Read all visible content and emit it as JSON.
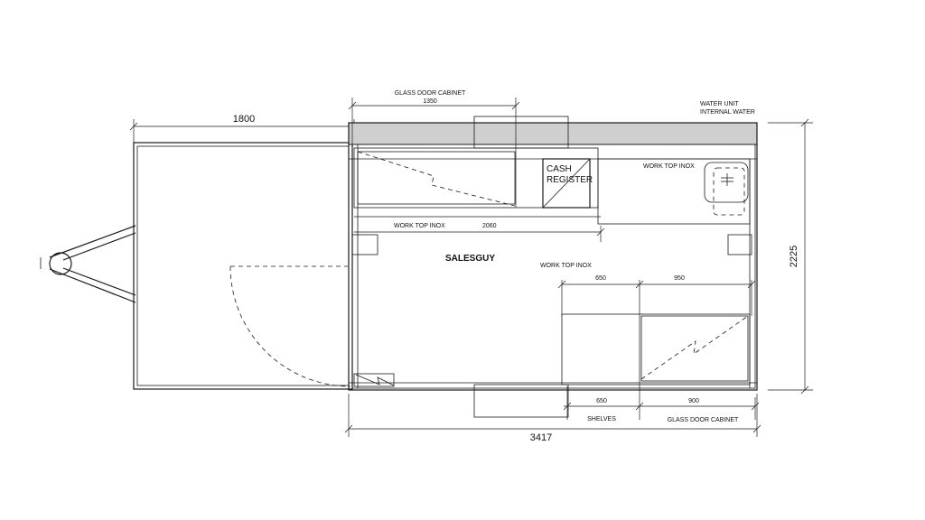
{
  "labels": {
    "trailer_length": "1800",
    "glass_cabinet_top": "GLASS DOOR CABINET",
    "glass_cabinet_top_dim": "1350",
    "water_unit_line1": "WATER UNIT",
    "water_unit_line2": "INTERNAL WATER",
    "cash_line1": "CASH",
    "cash_line2": "REGISTER",
    "worktop_right": "WORK TOP INOX",
    "worktop_left": "WORK TOP INOX",
    "worktop_left_dim": "2060",
    "salesguy": "SALESGUY",
    "worktop_mid": "WORK TOP INOX",
    "dim_650_top": "650",
    "dim_950_top": "950",
    "dim_650_bottom": "650",
    "dim_900_bottom": "900",
    "shelves": "SHELVES",
    "glass_cabinet_bottom": "GLASS DOOR CABINET",
    "total_width": "3417",
    "total_depth": "2225"
  }
}
